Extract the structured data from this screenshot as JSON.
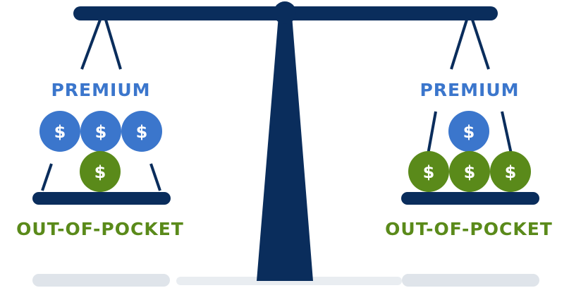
{
  "colors": {
    "beam": "#0a2d5c",
    "premium": "#3b76cc",
    "out_of_pocket": "#5a8a1a",
    "shadow": "#dfe4ea"
  },
  "coin_symbol": "$",
  "left_pan": {
    "premium_label": "PREMIUM",
    "out_of_pocket_label": "OUT-OF-POCKET",
    "premium_coins": 3,
    "out_of_pocket_coins": 1
  },
  "right_pan": {
    "premium_label": "PREMIUM",
    "out_of_pocket_label": "OUT-OF-POCKET",
    "premium_coins": 1,
    "out_of_pocket_coins": 3
  }
}
